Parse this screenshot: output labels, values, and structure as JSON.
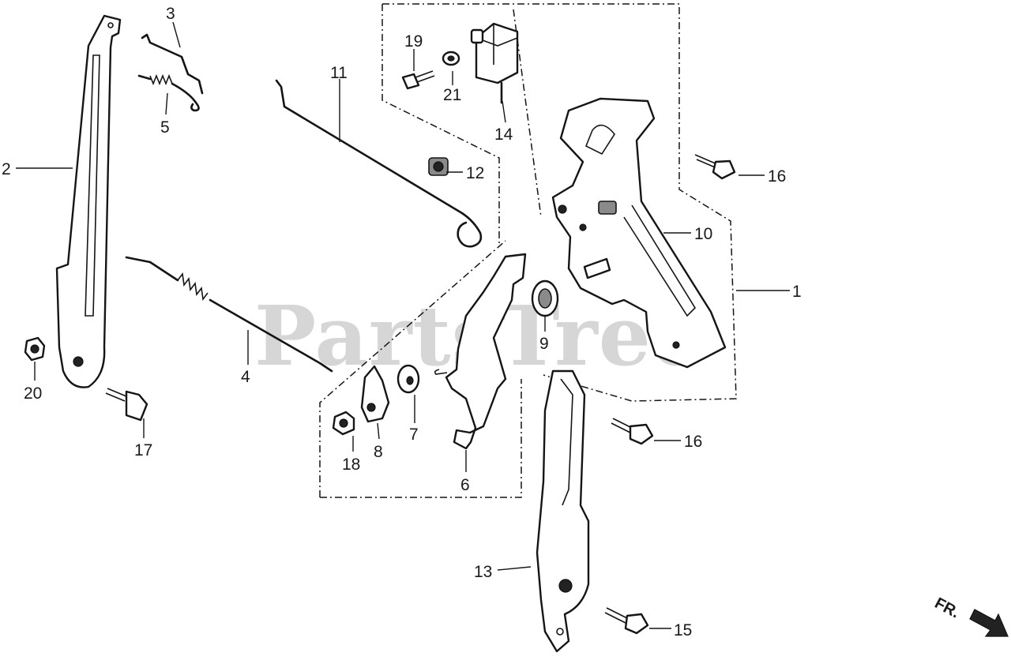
{
  "watermark": "PartsTree",
  "direction_label": "FR.",
  "callouts": {
    "p1": "1",
    "p2": "2",
    "p3": "3",
    "p4": "4",
    "p5": "5",
    "p6": "6",
    "p7": "7",
    "p8": "8",
    "p9": "9",
    "p10": "10",
    "p11": "11",
    "p12": "12",
    "p13": "13",
    "p14": "14",
    "p15": "15",
    "p16a": "16",
    "p16b": "16",
    "p17": "17",
    "p18": "18",
    "p19": "19",
    "p20": "20",
    "p21": "21"
  }
}
